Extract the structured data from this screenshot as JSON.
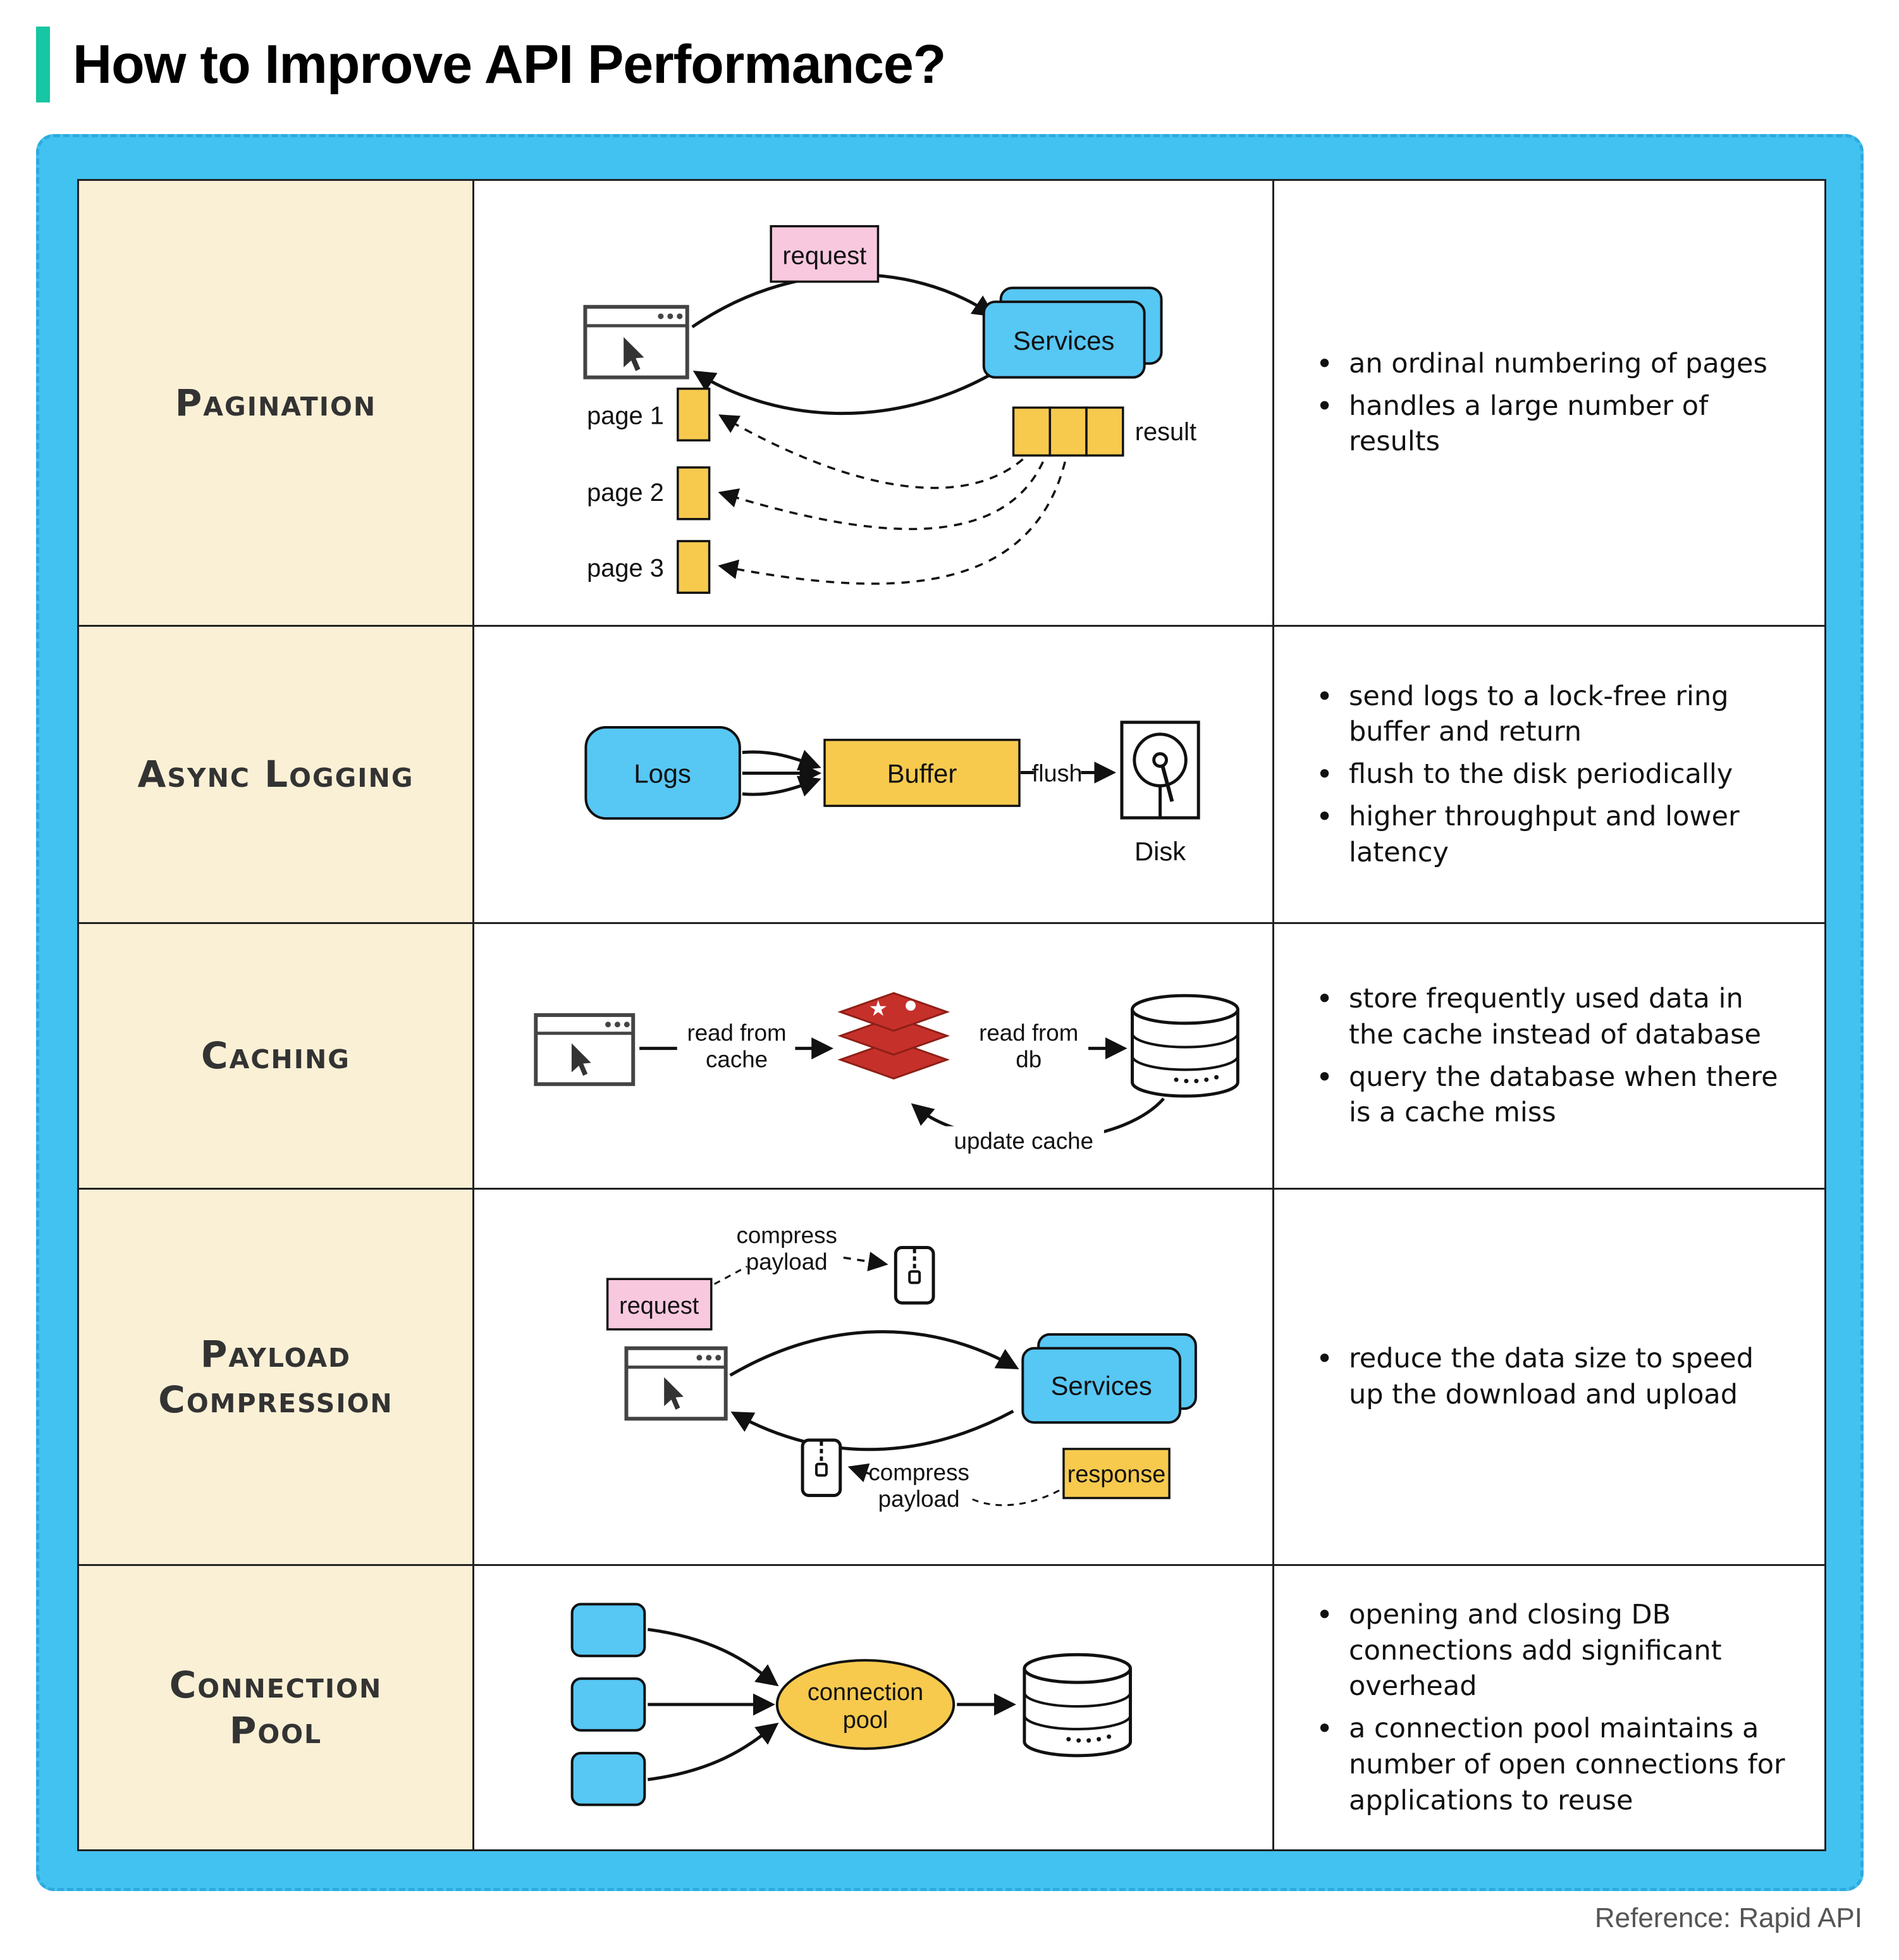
{
  "page": {
    "title": "How to Improve API Performance?",
    "reference": "Reference: Rapid API",
    "accent_color": "#17C6A3",
    "frame_color": "#41C2F1",
    "category_bg": "#FAF0D6",
    "box_blue": "#57C7F4",
    "box_yellow": "#F7CA4E",
    "box_pink": "#F8C8DF",
    "redis_red": "#C6302B"
  },
  "rows": [
    {
      "category": "Pagination",
      "notes": [
        "an ordinal numbering of pages",
        "handles a large number of results"
      ],
      "diagram": {
        "request": "request",
        "services": "Services",
        "pages": [
          "page 1",
          "page 2",
          "page 3"
        ],
        "result": "result"
      }
    },
    {
      "category": "Async Logging",
      "notes": [
        "send logs to a lock-free ring buffer and return",
        "flush to the disk periodically",
        "higher throughput and lower latency"
      ],
      "diagram": {
        "logs": "Logs",
        "buffer": "Buffer",
        "flush": "flush",
        "disk": "Disk"
      }
    },
    {
      "category": "Caching",
      "notes": [
        "store frequently used data in the cache instead of database",
        "query the database when there is a cache miss"
      ],
      "diagram": {
        "read_cache": [
          "read from",
          "cache"
        ],
        "read_db": [
          "read from",
          "db"
        ],
        "update_cache": "update cache"
      }
    },
    {
      "category": "Payload Compression",
      "notes": [
        "reduce the data size to speed up the download and upload"
      ],
      "diagram": {
        "compress_top": [
          "compress",
          "payload"
        ],
        "request": "request",
        "services": "Services",
        "compress_bottom": [
          "compress",
          "payload"
        ],
        "response": "response"
      }
    },
    {
      "category": "Connection Pool",
      "notes": [
        "opening and closing DB connections add significant overhead",
        "a connection pool maintains a number of open connections for applications to reuse"
      ],
      "diagram": {
        "pool": [
          "connection",
          "pool"
        ]
      }
    }
  ]
}
